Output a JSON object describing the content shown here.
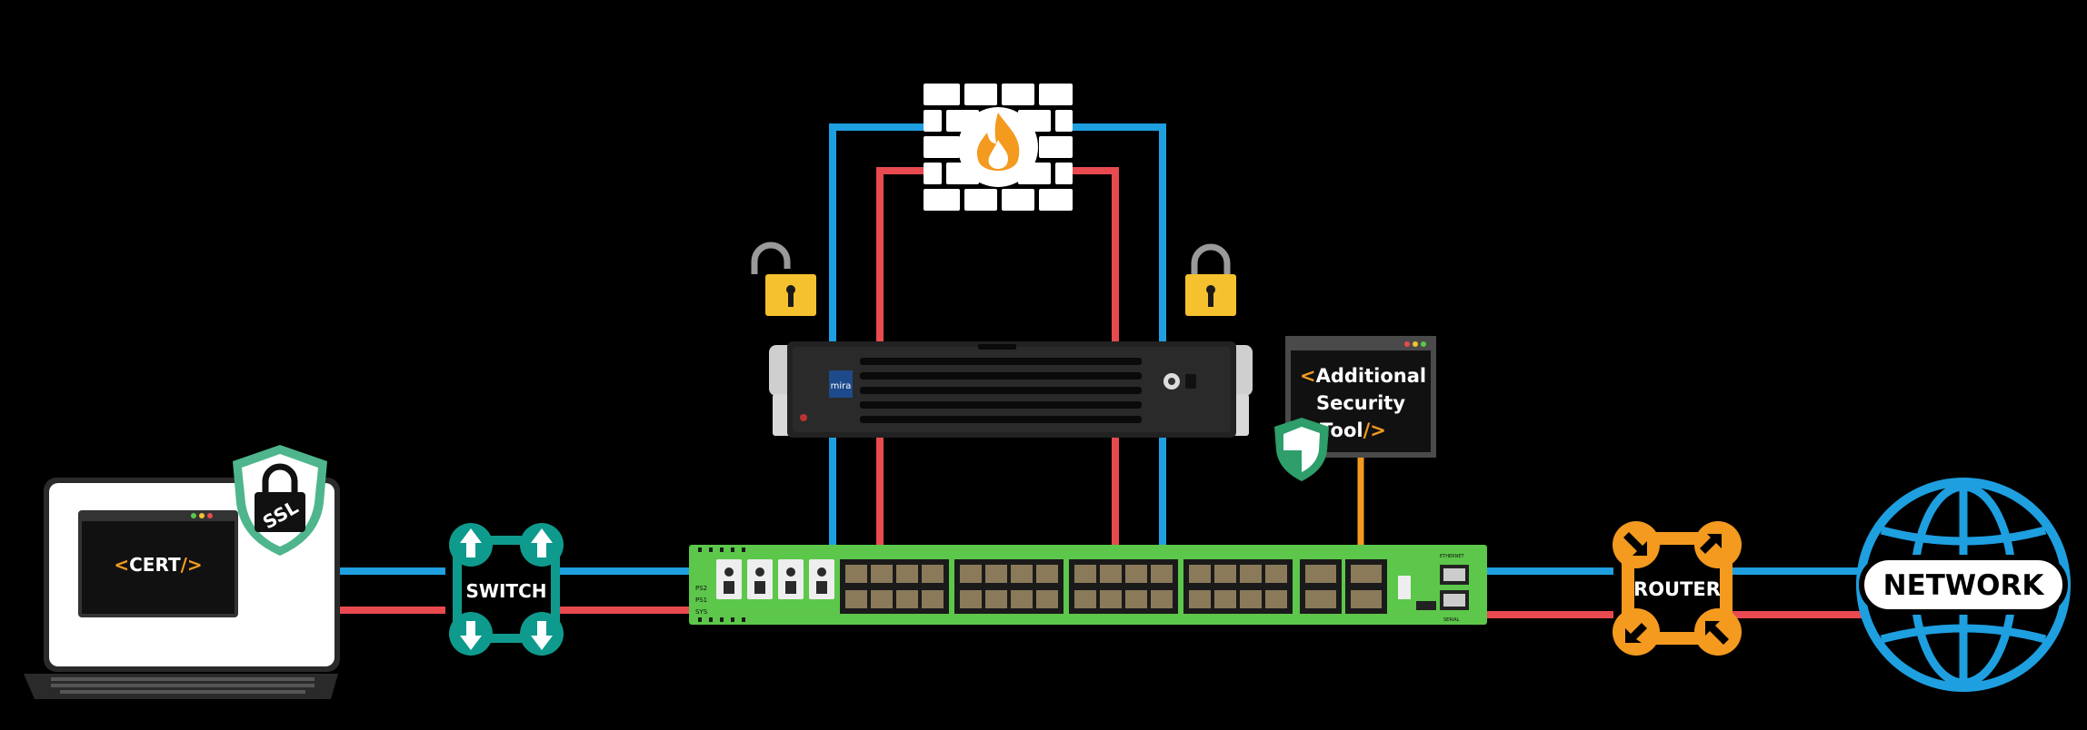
{
  "laptop": {
    "screen_text_open": "<",
    "screen_text_main": "CERT",
    "screen_text_close": "/>"
  },
  "ssl_badge": {
    "text": "SSL"
  },
  "switch": {
    "label": "SWITCH"
  },
  "router": {
    "label": "ROUTER"
  },
  "network": {
    "label": "NETWORK"
  },
  "appliance": {
    "brand": "mira"
  },
  "security_tool": {
    "open": "<",
    "line1": "Additional",
    "line2": "Security",
    "line3": "Tool",
    "close": "/>"
  },
  "packet_broker": {
    "port_labels": [
      "PS2",
      "PS1",
      "SYS"
    ],
    "ethernet_label": "ETHERNET",
    "serial_label": "SERIAL"
  },
  "colors": {
    "blue": "#1e9fe0",
    "red": "#e84a50",
    "green": "#5cc74a",
    "teal": "#0f9a8e",
    "orange": "#f39a1f",
    "shield": "#2e9e6a",
    "lock": "#f5c12e"
  }
}
